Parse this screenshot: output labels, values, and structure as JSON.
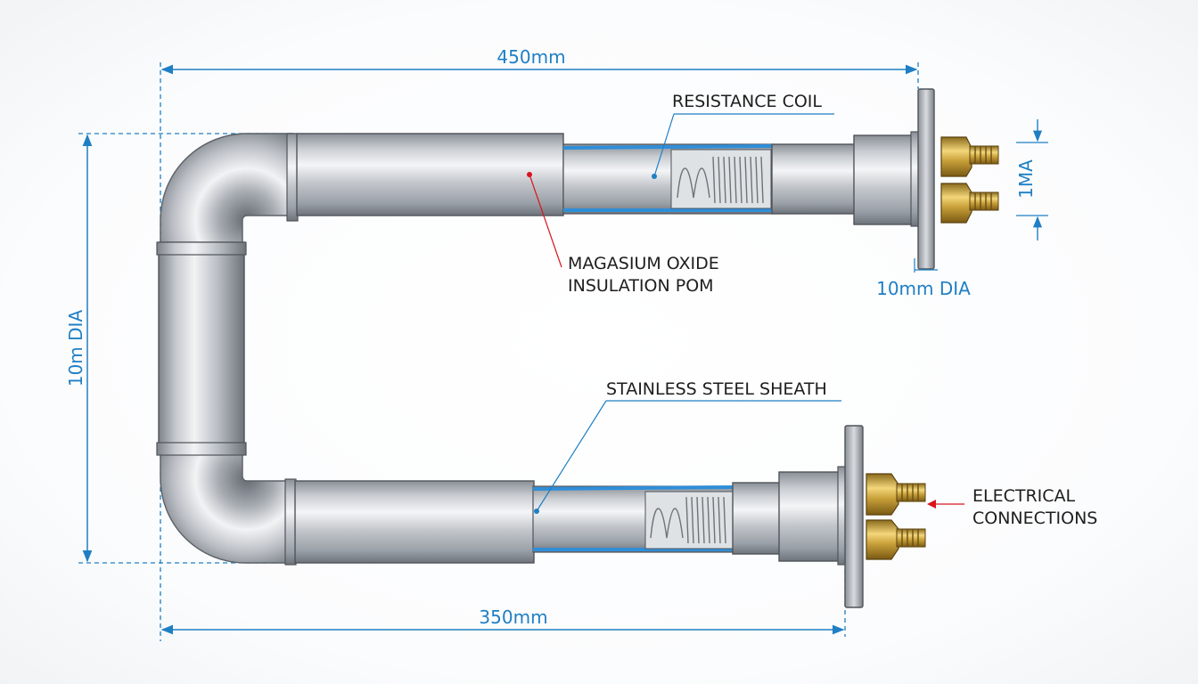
{
  "colors": {
    "dimension": "#1f7fc4",
    "leader_red": "#d9141c",
    "steel_dark": "#7d8289",
    "steel_light": "#eef0f2",
    "brass": "#c9a13a",
    "coil_blue": "#2f8ed8"
  },
  "dimensions": {
    "top_length": "450mm",
    "bottom_length": "350mm",
    "height_dia": "10m DIA",
    "terminal_dia": "10mm DIA",
    "terminal_spacing": "1MA"
  },
  "labels": {
    "resistance_coil": "RESISTANCE COIL",
    "insulation_line1": "MAGASIUM OXIDE",
    "insulation_line2": "INSULATION POM",
    "sheath": "STAINLESS STEEL SHEATH",
    "electrical_line1": "ELECTRICAL",
    "electrical_line2": "CONNECTIONS"
  }
}
